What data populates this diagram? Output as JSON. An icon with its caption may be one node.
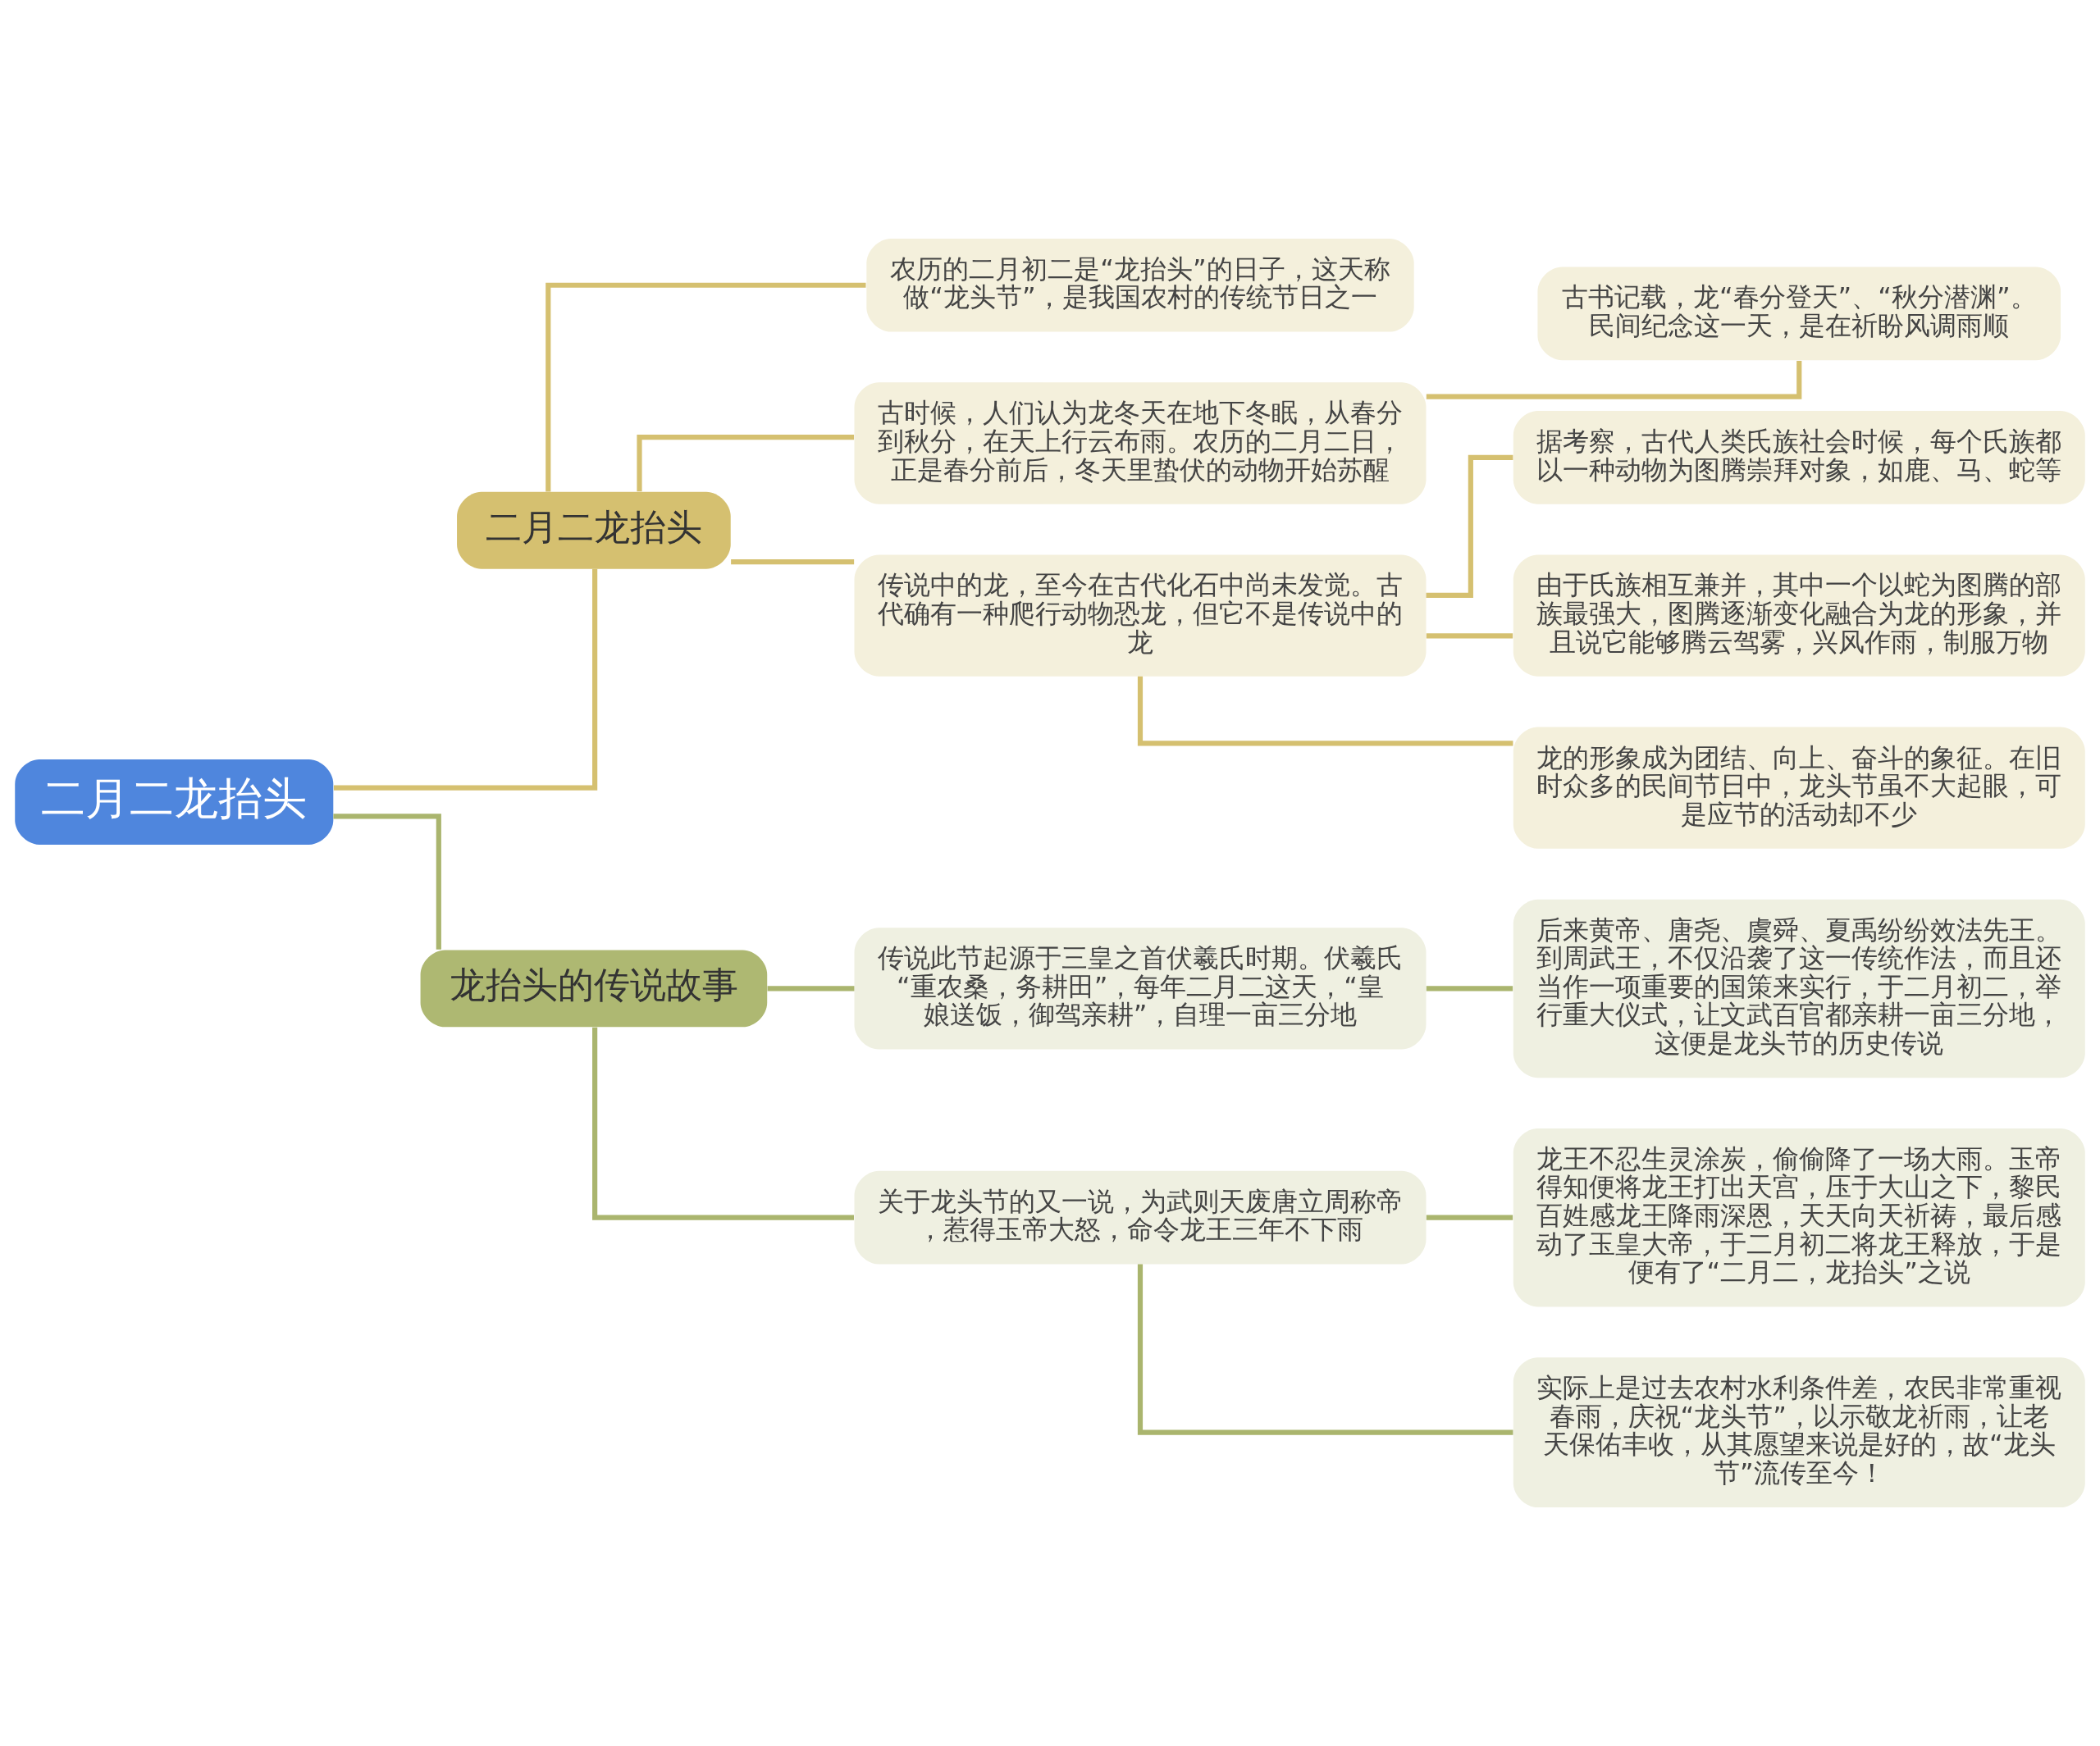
{
  "diagram": {
    "nodes": [
      {
        "text": [
          "二月二龙抬头"
        ]
      },
      {
        "text": [
          "二月二龙抬头"
        ]
      },
      {
        "text": [
          "农历的二月初二是“龙抬头”的日子，这天称做“龙头节”，是我国农村的传统节日之一"
        ]
      },
      {
        "text": [
          "古时候，人们认为龙冬天在地下冬眠，从春分到秋分，在天上行云布雨。农历的二月二日，正是春分前后，冬天里蛰伏的动物开始苏醒"
        ]
      },
      {
        "text": [
          "古书记载，龙“春分登天”、“秋分潜渊”。民间纪念这一天，是在祈盼风调雨顺"
        ]
      },
      {
        "text": [
          "传说中的龙，至今在古代化石中尚未发觉。古代确有一种爬行动物恐龙，但它不是传说中的龙"
        ]
      },
      {
        "text": [
          "据考察，古代人类氏族社会时候，每个氏族都以一种动物为图腾崇拜对象，如鹿、马、蛇等"
        ]
      },
      {
        "text": [
          "由于氏族相互兼并，其中一个以蛇为图腾的部族最强大，图腾逐渐变化融合为龙的形象，并且说它能够腾云驾雾，兴风作雨，制服万物"
        ]
      },
      {
        "text": [
          "龙的形象成为团结、向上、奋斗的象征。在旧时众多的民间节日中，龙头节虽不大起眼，可是应节的活动却不少"
        ]
      },
      {
        "text": [
          "龙抬头的传说故事"
        ]
      },
      {
        "text": [
          "传说此节起源于三皇之首伏羲氏时期。伏羲氏“重农桑，务耕田”，每年二月二这天，“皇娘送饭，御驾亲耕”，自理一亩三分地"
        ]
      },
      {
        "text": [
          "后来黄帝、唐尧、虞舜、夏禹纷纷效法先王。到周武王，不仅沿袭了这一传统作法，而且还当作一项重要的国策来实行，于二月初二，举行重大仪式，让文武百官都亲耕一亩三分地，这便是龙头节的历史传说"
        ]
      },
      {
        "text": [
          "关于龙头节的又一说，为武则天废唐立周称帝，惹得玉帝大怒，命令龙王三年不下雨"
        ]
      },
      {
        "text": [
          "龙王不忍生灵涂炭，偷偷降了一场大雨。玉帝得知便将龙王打出天宫，压于大山之下，黎民百姓感龙王降雨深恩，天天向天祈祷，最后感动了玉皇大帝，于二月初二将龙王释放，于是便有了“二月二，龙抬头”之说"
        ]
      },
      {
        "text": [
          "实际上是过去农村水利条件差，农民非常重视春雨，庆祝“龙头节”，以示敬龙祈雨，让老天保佑丰收，从其愿望来说是好的，故“龙头节”流传至今！"
        ]
      }
    ],
    "edges": [
      {
        "from": 0,
        "to": 1,
        "arrow": "none"
      },
      {
        "from": 1,
        "to": 2,
        "arrow": "none"
      },
      {
        "from": 1,
        "to": 3,
        "arrow": "none"
      },
      {
        "from": 3,
        "to": 4,
        "arrow": "none"
      },
      {
        "from": 1,
        "to": 5,
        "arrow": "none"
      },
      {
        "from": 5,
        "to": 6,
        "arrow": "none"
      },
      {
        "from": 5,
        "to": 7,
        "arrow": "none"
      },
      {
        "from": 5,
        "to": 8,
        "arrow": "none"
      },
      {
        "from": 0,
        "to": 9,
        "arrow": "none",
        "color": "#aab56e"
      },
      {
        "from": 9,
        "to": 10,
        "arrow": "none",
        "color": "#aab56e"
      },
      {
        "from": 10,
        "to": 11,
        "arrow": "none",
        "color": "#aab56e"
      },
      {
        "from": 9,
        "to": 12,
        "arrow": "none",
        "color": "#aab56e"
      },
      {
        "from": 12,
        "to": 13,
        "arrow": "none",
        "color": "#aab56e"
      },
      {
        "from": 12,
        "to": 14,
        "arrow": "none",
        "color": "#aab56e"
      }
    ]
  }
}
